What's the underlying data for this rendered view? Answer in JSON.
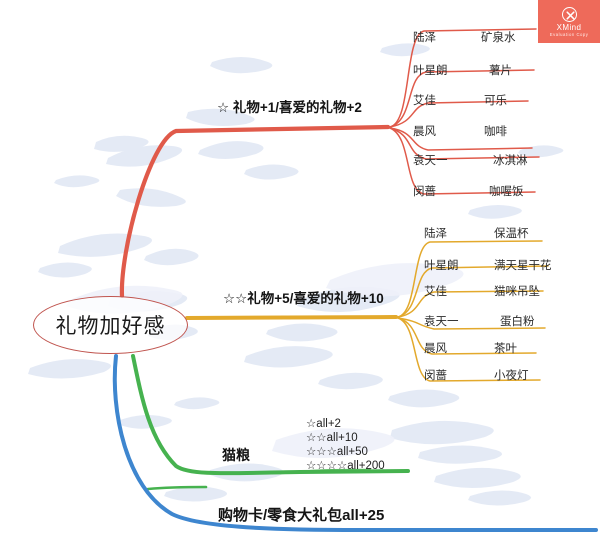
{
  "colors": {
    "central_outline": "#c0554f",
    "branch_red": "#e05a4a",
    "branch_yellow": "#e3a92c",
    "branch_green": "#46b24f",
    "branch_blue": "#3e86cf",
    "badge_bg": "#ee6a5a",
    "watermark": "#dde4f2",
    "text": "#1f1f1f"
  },
  "central": {
    "label": "礼物加好感"
  },
  "watermark_badge": {
    "icon": "xmind-logo-icon",
    "brand": "XMind",
    "sub": "Evaluation Copy"
  },
  "branches": [
    {
      "id": "tier1",
      "color": "#e05a4a",
      "label": "☆ 礼物+1/喜爱的礼物+2",
      "leaves": [
        {
          "name": "陆泽",
          "item": "矿泉水"
        },
        {
          "name": "叶星朗",
          "item": "薯片"
        },
        {
          "name": "艾佳",
          "item": "可乐"
        },
        {
          "name": "晨风",
          "item": "咖啡"
        },
        {
          "name": "袁天一",
          "item": "冰淇淋"
        },
        {
          "name": "闵蔷",
          "item": "咖喔饭"
        }
      ]
    },
    {
      "id": "tier2",
      "color": "#e3a92c",
      "label": "☆☆礼物+5/喜爱的礼物+10",
      "leaves": [
        {
          "name": "陆泽",
          "item": "保温杯"
        },
        {
          "name": "叶星朗",
          "item": "满天星干花"
        },
        {
          "name": "艾佳",
          "item": "猫咪吊坠"
        },
        {
          "name": "袁天一",
          "item": "蛋白粉"
        },
        {
          "name": "晨风",
          "item": "茶叶"
        },
        {
          "name": "闵蔷",
          "item": "小夜灯"
        }
      ]
    },
    {
      "id": "catfood",
      "color": "#46b24f",
      "label": "猫粮",
      "tiers": [
        "☆all+2",
        "☆☆all+10",
        "☆☆☆all+50",
        "☆☆☆☆all+200"
      ]
    },
    {
      "id": "giftcard",
      "color": "#3e86cf",
      "label": "购物卡/零食大礼包all+25"
    }
  ]
}
